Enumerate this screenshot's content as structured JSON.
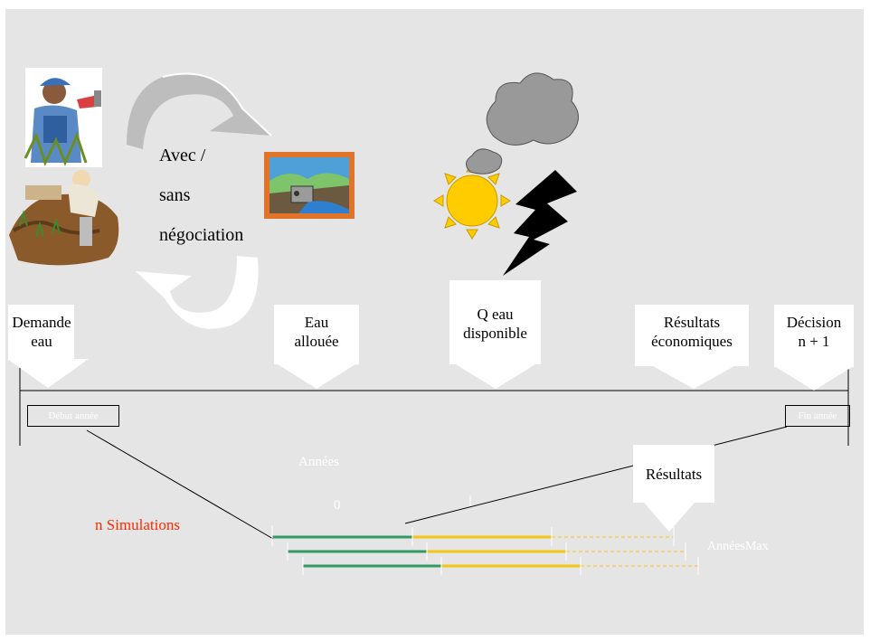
{
  "cycle": {
    "label_line1": "Avec /",
    "label_line2": "sans",
    "label_line3": "négociation"
  },
  "timeline": {
    "events": [
      {
        "line1": "Demande",
        "line2": "eau"
      },
      {
        "line1": "Eau",
        "line2": "allouée"
      },
      {
        "line1": "Q eau",
        "line2": "disponible"
      },
      {
        "line1": "Résultats",
        "line2": "économiques"
      },
      {
        "line1": "Décision",
        "line2": "n + 1"
      }
    ],
    "start_label": "Début année",
    "end_label": "Fin année"
  },
  "simulation": {
    "years_label": "Années",
    "zero_label": "0",
    "results_label": "Résultats",
    "max_label": "AnnéesMax",
    "runs_label": "n Simulations"
  },
  "colors": {
    "panel": "#e5e5e5",
    "green_track": "#339966",
    "yellow_track": "#f5c518",
    "runs_text": "#ff2a00",
    "sun": "#ffcc00",
    "cloud": "#999999"
  },
  "icons": [
    "farmer-icon",
    "gardener-icon",
    "dam-picture-icon",
    "sun-icon",
    "cloud-icon",
    "lightning-icon"
  ]
}
